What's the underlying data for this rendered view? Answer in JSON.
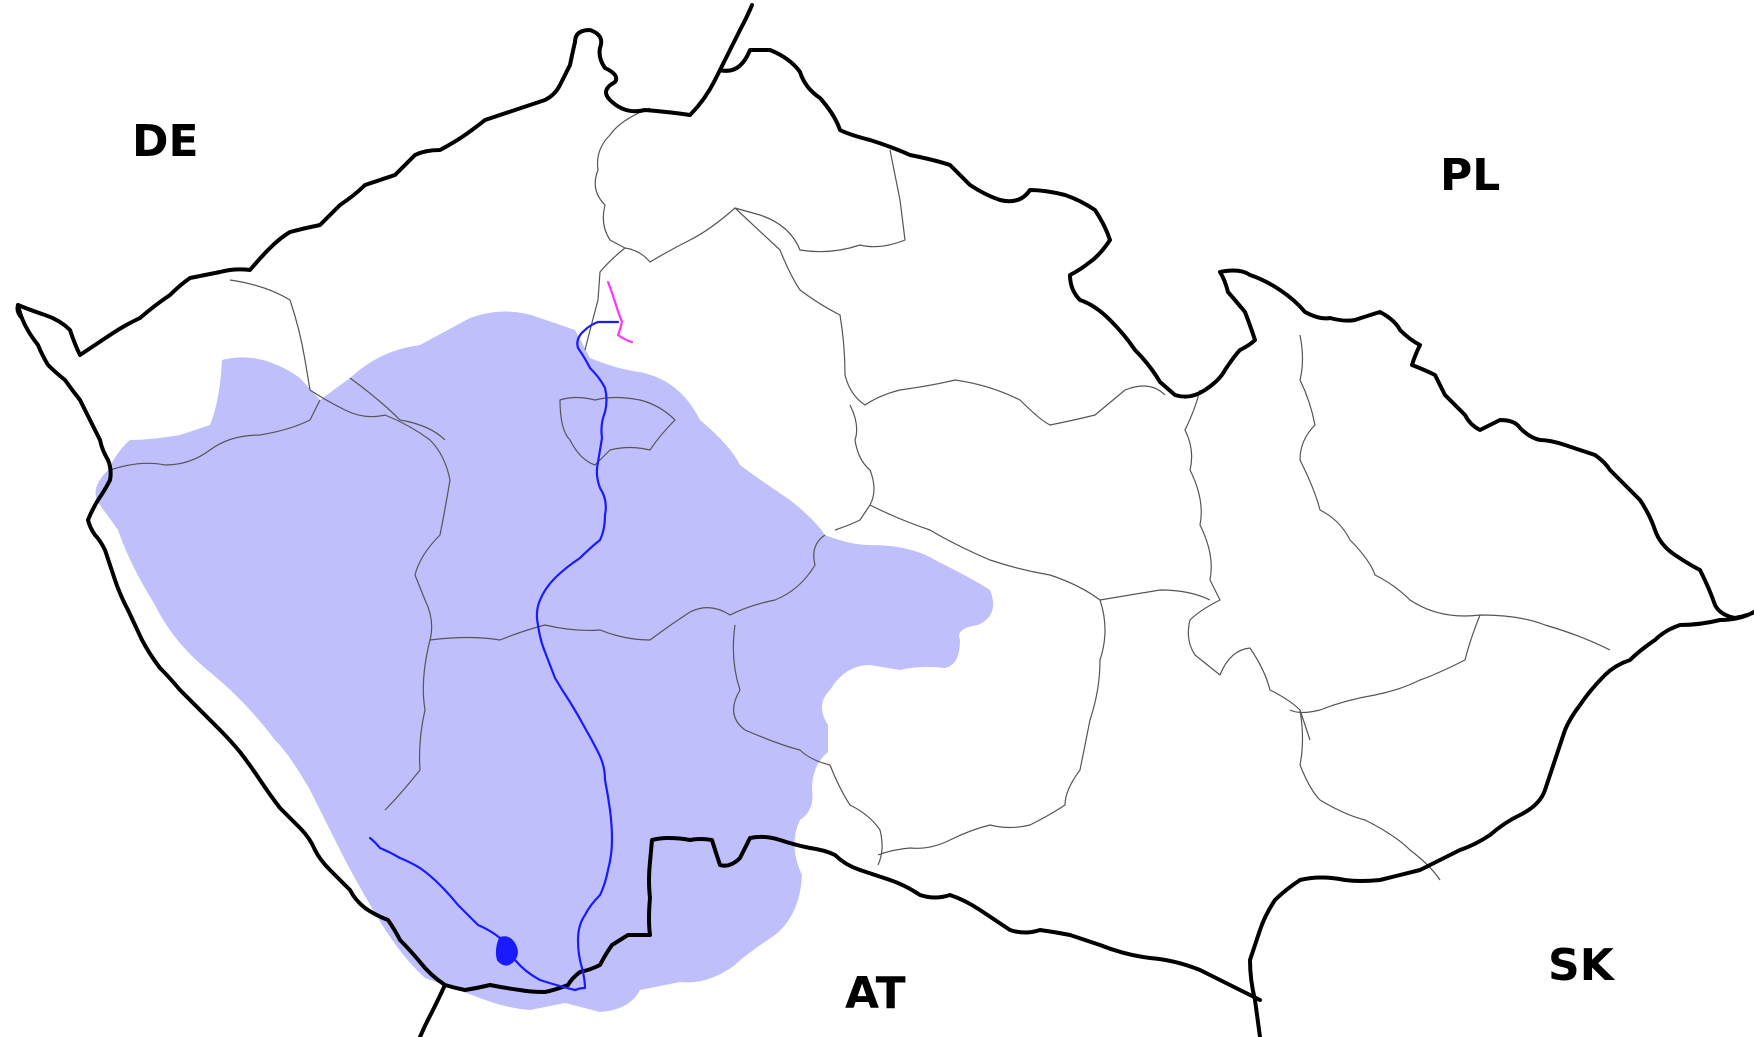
{
  "map": {
    "labels": {
      "de": "DE",
      "pl": "PL",
      "at": "AT",
      "sk": "SK"
    },
    "colors": {
      "basin_fill": "#bfbffc",
      "river": "#1a1aff",
      "river_segment": "#ff33ff",
      "border": "#000000",
      "region_border": "#555555",
      "background": "#ffffff"
    }
  }
}
